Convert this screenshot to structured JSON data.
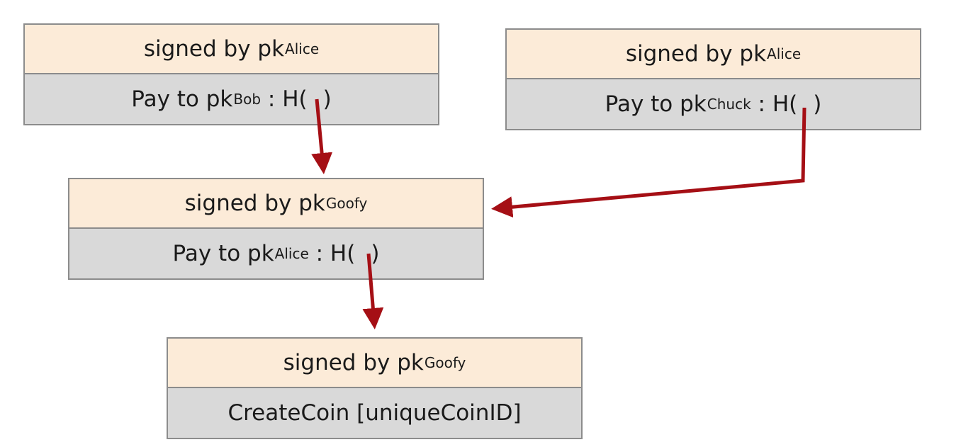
{
  "transactions": [
    {
      "signed_prefix": "signed by pk",
      "signer": "Alice",
      "pay_prefix": "Pay to pk",
      "payee": "Bob",
      "hash_open": " : H(",
      "hash_close": ")"
    },
    {
      "signed_prefix": "signed by pk",
      "signer": "Alice",
      "pay_prefix": "Pay to pk",
      "payee": "Chuck",
      "hash_open": " : H(",
      "hash_close": ")"
    },
    {
      "signed_prefix": "signed by pk",
      "signer": "Goofy",
      "pay_prefix": "Pay to pk",
      "payee": "Alice",
      "hash_open": " : H(",
      "hash_close": ")"
    },
    {
      "signed_prefix": "signed by pk",
      "signer": "Goofy",
      "body": "CreateCoin [uniqueCoinID]"
    }
  ],
  "colors": {
    "signature_bg": "#fcebd8",
    "body_bg": "#d9d9d9",
    "arrow": "#a50f15",
    "border": "#8c8c8c"
  }
}
